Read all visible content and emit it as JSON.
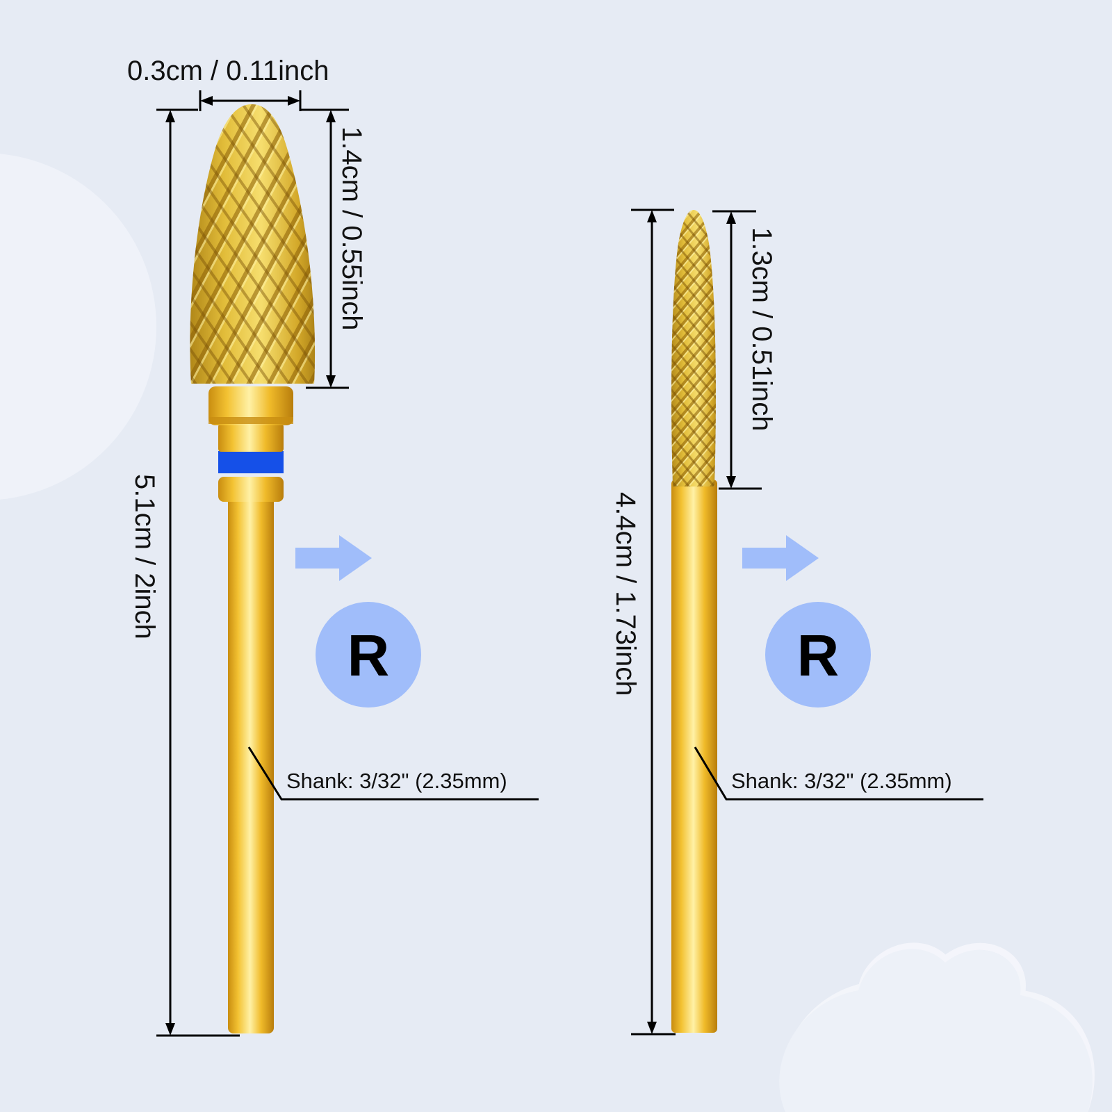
{
  "left_bit": {
    "width_label": "0.3cm / 0.11inch",
    "head_length_label": "1.4cm / 0.55inch",
    "total_length_label": "5.1cm / 2inch",
    "shank_label": "Shank: 3/32\" (2.35mm)",
    "rotation_letter": "R",
    "band_color": "#1550e8"
  },
  "right_bit": {
    "head_length_label": "1.3cm / 0.51inch",
    "total_length_label": "4.4cm / 1.73inch",
    "shank_label": "Shank: 3/32\" (2.35mm)",
    "rotation_letter": "R"
  },
  "icons": {
    "direction_arrow": "right-arrow-icon",
    "rotation_badge": "r-circle-icon"
  },
  "colors": {
    "background": "#e6ebf4",
    "gold": "#f2c12e",
    "accent_blue": "#a0bdfa"
  }
}
